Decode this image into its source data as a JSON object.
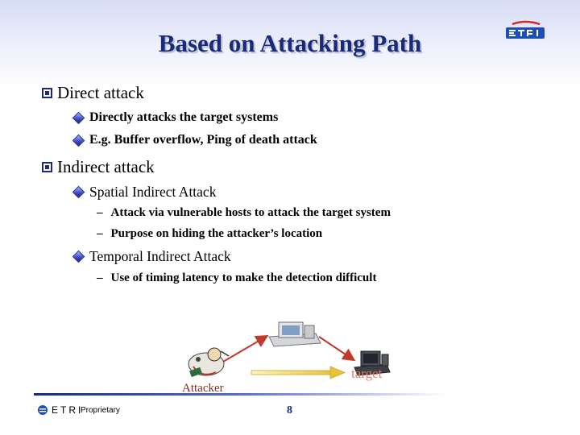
{
  "slide": {
    "title": "Based on Attacking Path",
    "colors": {
      "title": "#1a2a78",
      "target_label": "#e37b68",
      "attacker_label": "#8b2a1a"
    }
  },
  "content": {
    "direct": {
      "heading": "Direct attack",
      "items": [
        "Directly attacks the target systems",
        "E.g. Buffer overflow, Ping of death attack"
      ]
    },
    "indirect": {
      "heading": "Indirect attack",
      "spatial": {
        "heading": "Spatial Indirect Attack",
        "points": [
          "Attack via vulnerable hosts to attack the target system",
          "Purpose on hiding the attacker’s location"
        ]
      },
      "temporal": {
        "heading": "Temporal Indirect Attack",
        "points": [
          "Use of timing latency to make the detection difficult"
        ]
      }
    }
  },
  "diagram": {
    "target_label": "target",
    "attacker_label": "Attacker"
  },
  "footer": {
    "brand": "ETRI",
    "proprietary": "Proprietary",
    "page_number": "8"
  },
  "icons": [
    "etri-logo-icon",
    "square-bullet-icon",
    "diamond-bullet-icon",
    "computer-icon",
    "attacker-icon",
    "arrow-icon"
  ]
}
